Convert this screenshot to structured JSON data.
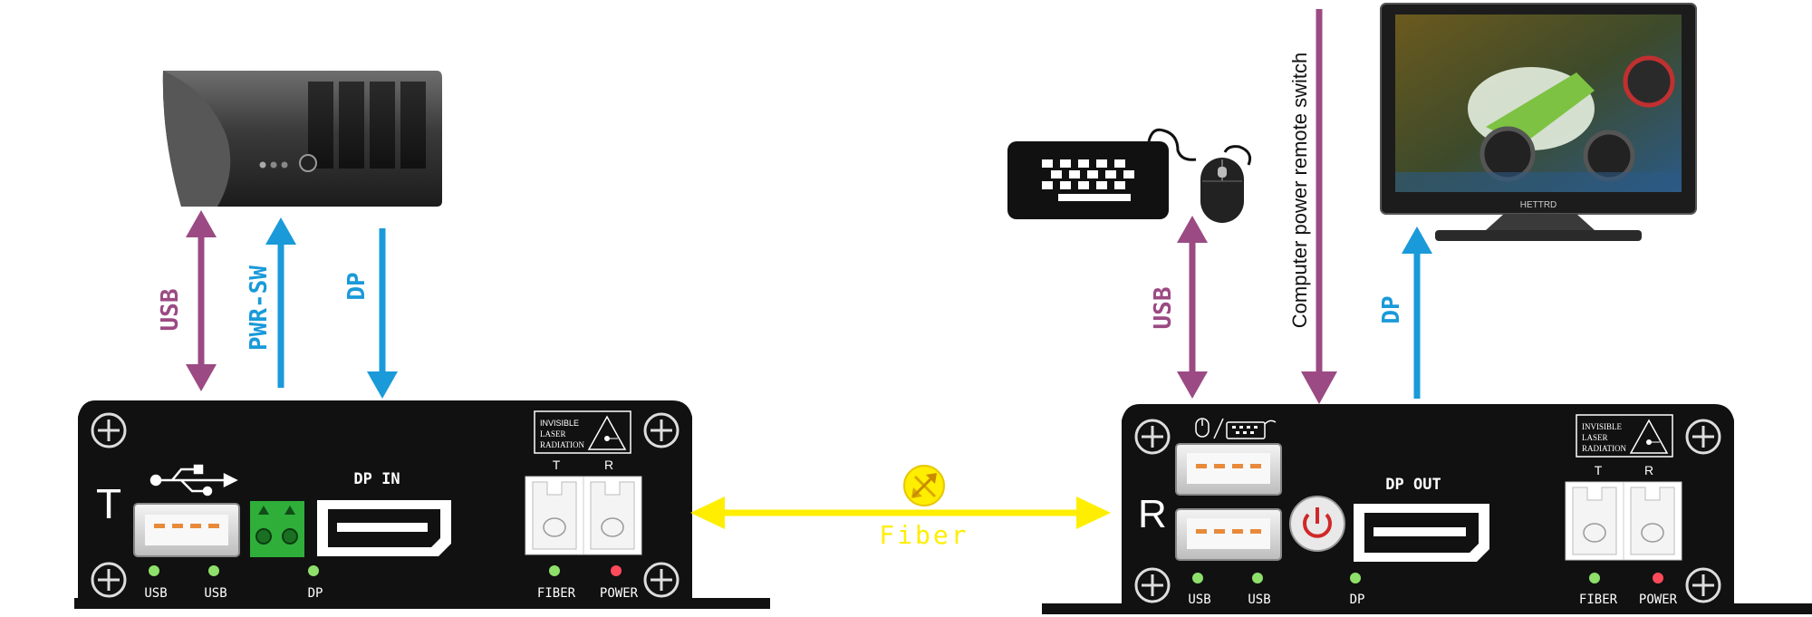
{
  "colors": {
    "usb": "#9b4a83",
    "dp": "#1a9ad9",
    "pwr": "#1a9ad9",
    "fiber": "#ffee00",
    "box": "#111111",
    "led_green": "#8ee06a",
    "led_red": "#ff4a5a"
  },
  "icons": {
    "computer": "pc-tower-icon",
    "keyboard": "keyboard-icon",
    "mouse": "mouse-icon",
    "monitor": "monitor-icon",
    "usb_symbol": "usb-symbol-icon",
    "laser": "laser-warning-icon",
    "power_button": "power-icon",
    "fiber_badge": "fiber-optic-icon",
    "screw": "screw-icon"
  },
  "left_side": {
    "arrows": {
      "usb": "USB",
      "pwr": "PWR-SW",
      "dp": "DP"
    },
    "box": {
      "letter": "T",
      "port_label": "DP IN",
      "laser_warning": [
        "INVISIBLE",
        "LASER",
        "RADIATION"
      ],
      "fiber_t": "T",
      "fiber_r": "R",
      "leds": [
        "USB",
        "USB",
        "DP",
        "FIBER",
        "POWER"
      ]
    }
  },
  "right_side": {
    "arrows": {
      "usb": "USB",
      "remote": "Computer power remote switch",
      "dp": "DP"
    },
    "box": {
      "letter": "R",
      "port_label": "DP OUT",
      "laser_warning": [
        "INVISIBLE",
        "LASER",
        "RADIATION"
      ],
      "fiber_t": "T",
      "fiber_r": "R",
      "leds": [
        "USB",
        "USB",
        "DP",
        "FIBER",
        "POWER"
      ]
    },
    "monitor_brand": "HETTRD"
  },
  "link": {
    "label": "Fiber"
  }
}
